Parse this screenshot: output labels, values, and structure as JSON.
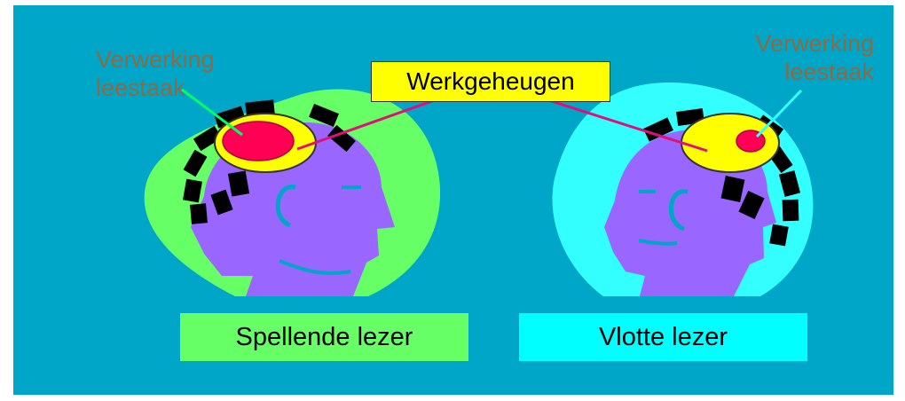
{
  "colors": {
    "background": "#00a6c8",
    "left_leaf": "#66ff66",
    "right_leaf": "#33ffff",
    "head": "#9966ff",
    "hair": "#000000",
    "memory_ellipse": "#ffff00",
    "processing_ellipse": "#ff0055",
    "connector": "#e0107a",
    "label_text": "#8a6b45"
  },
  "working_memory": {
    "label": "Werkgeheugen"
  },
  "left_reader": {
    "processing_label_line1": "Verwerking",
    "processing_label_line2": "leestaak",
    "caption": "Spellende lezer",
    "processing_share": "large"
  },
  "right_reader": {
    "processing_label_line1": "Verwerking",
    "processing_label_line2": "leestaak",
    "caption": "Vlotte lezer",
    "processing_share": "small"
  }
}
